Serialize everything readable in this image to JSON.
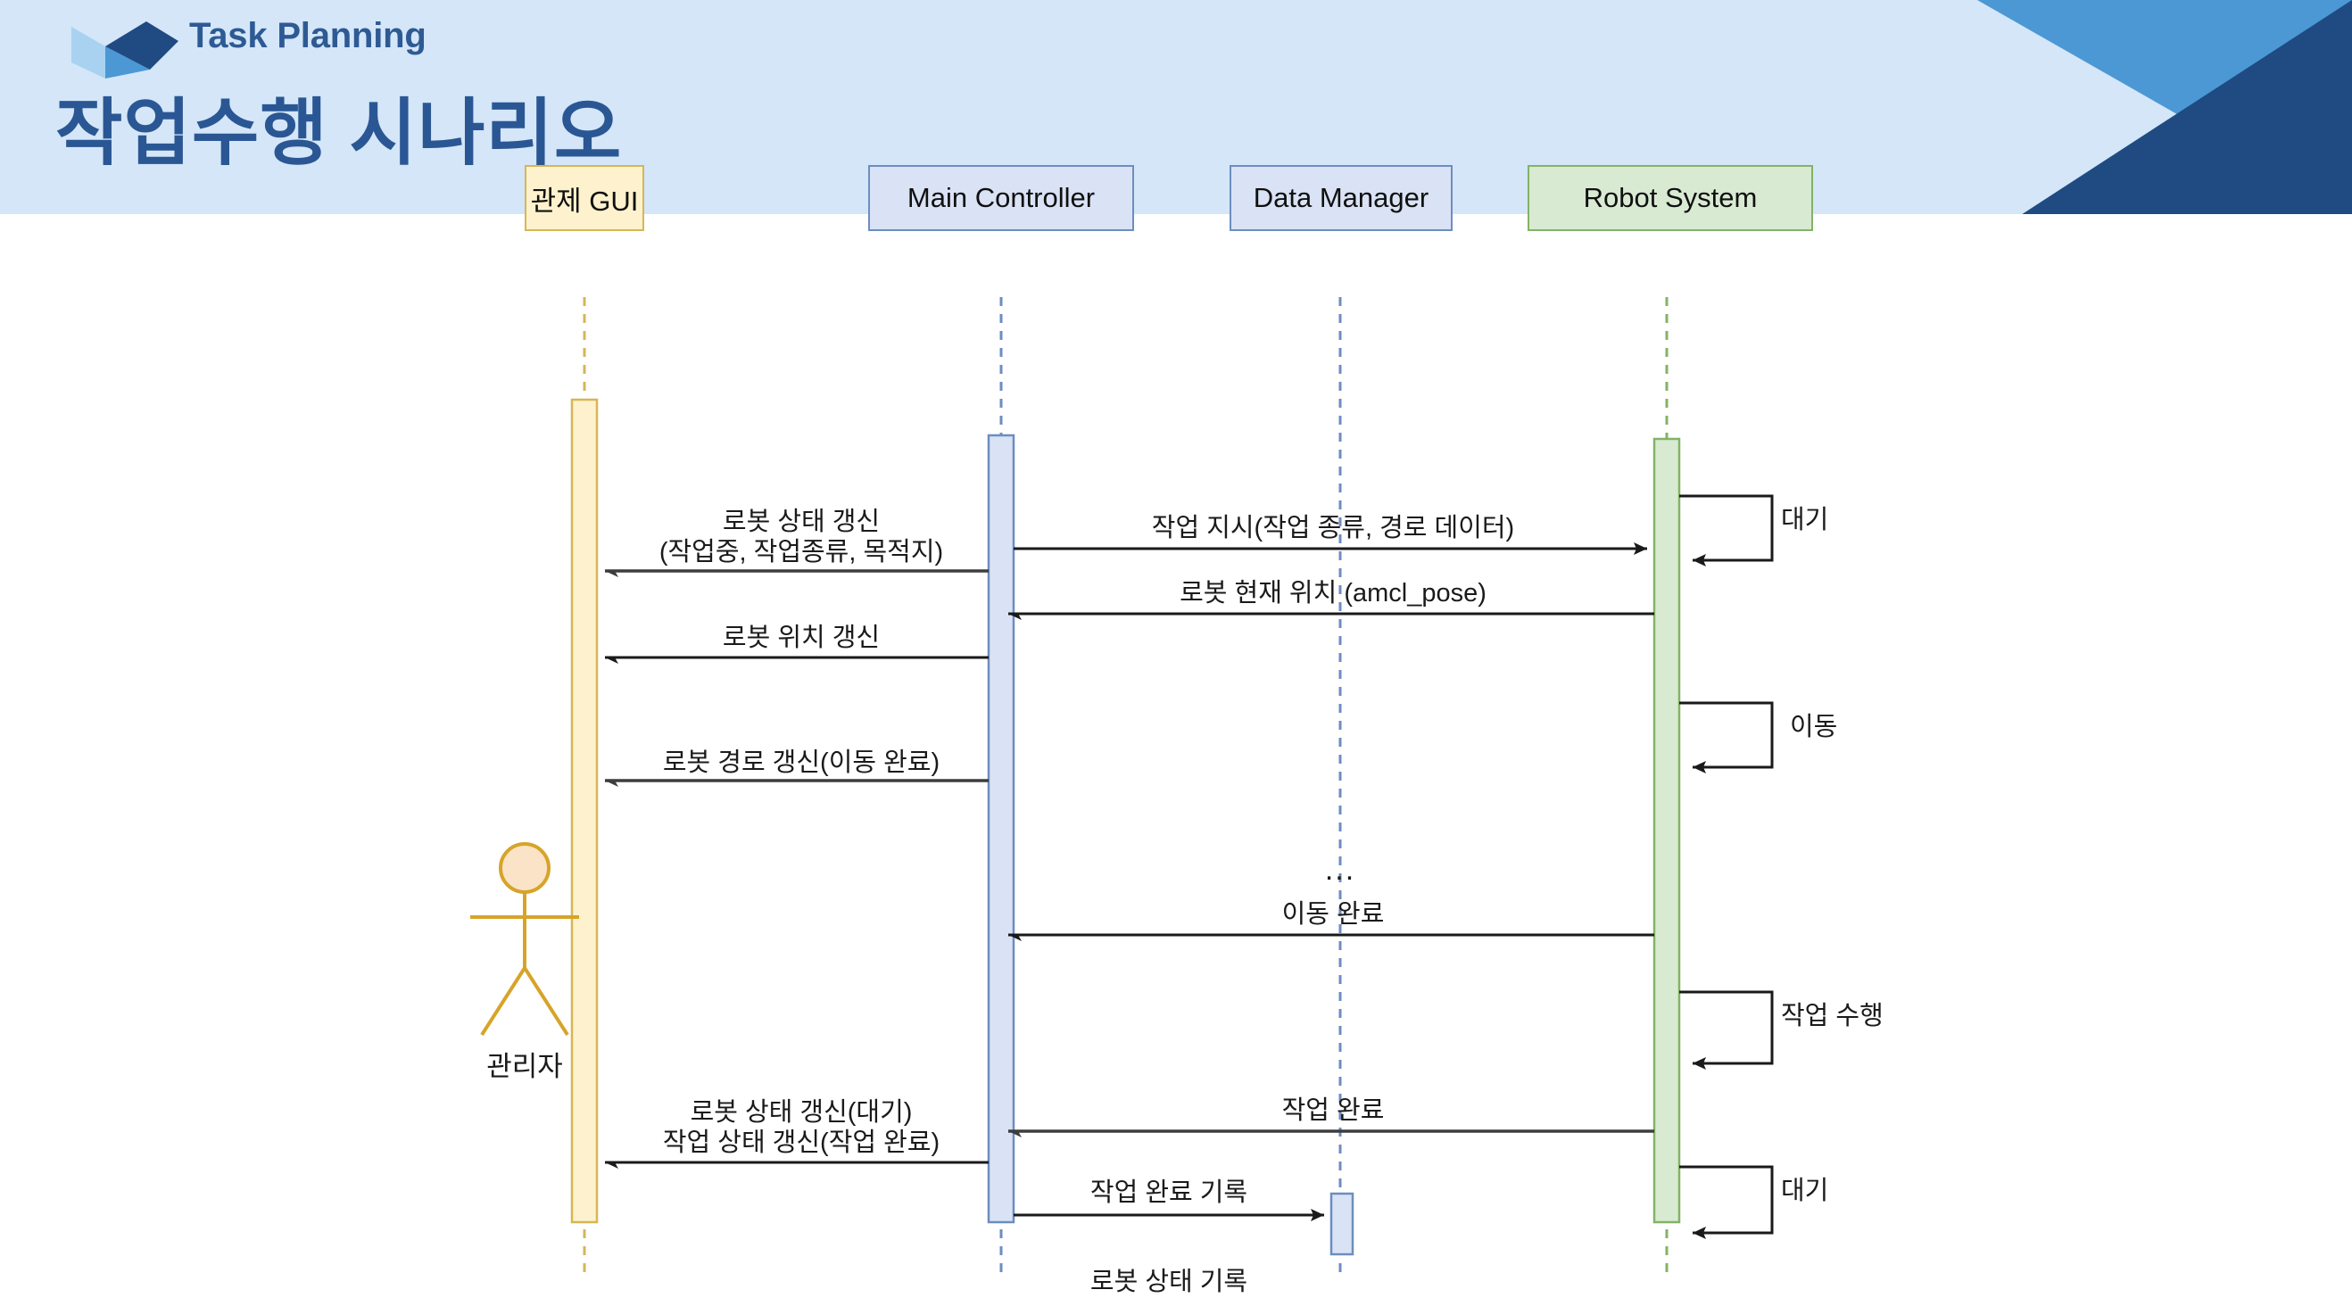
{
  "header": {
    "kicker": "Task Planning",
    "title": "작업수행 시나리오",
    "logo_name": "cube-logo",
    "band_color": "#d4e6f8",
    "accent_light": "#4b98d4",
    "accent_dark": "#1f4b82",
    "title_color": "#2a5794"
  },
  "diagram": {
    "type": "sequence-diagram",
    "participants": [
      {
        "id": "gui",
        "label": "관제 GUI",
        "fill": "#fdf2cd",
        "stroke": "#d6b656"
      },
      {
        "id": "main",
        "label": "Main Controller",
        "fill": "#dae3f5",
        "stroke": "#6c8ebf"
      },
      {
        "id": "data",
        "label": "Data Manager",
        "fill": "#dae3f5",
        "stroke": "#6c8ebf"
      },
      {
        "id": "robot",
        "label": "Robot System",
        "fill": "#d9ead3",
        "stroke": "#82b366"
      }
    ],
    "actor": {
      "label": "관리자",
      "color": "#d6a429",
      "head_fill": "#fbe3c8"
    },
    "messages": [
      {
        "id": "m1",
        "text": "로봇 상태 갱신",
        "from": "main",
        "to": "gui",
        "direction": "left"
      },
      {
        "id": "m1b",
        "text": "(작업중, 작업종류, 목적지)",
        "from": "main",
        "to": "gui",
        "direction": "left"
      },
      {
        "id": "m2",
        "text": "작업 지시(작업 종류, 경로 데이터)",
        "from": "main",
        "to": "robot",
        "direction": "right"
      },
      {
        "id": "m3",
        "text": "로봇 현재 위치 (amcl_pose)",
        "from": "robot",
        "to": "main",
        "direction": "left"
      },
      {
        "id": "m4",
        "text": "로봇 위치 갱신",
        "from": "main",
        "to": "gui",
        "direction": "left"
      },
      {
        "id": "m5",
        "text": "...",
        "from": "robot",
        "to": "main",
        "direction": "none"
      },
      {
        "id": "m6",
        "text": "이동 완료",
        "from": "robot",
        "to": "main",
        "direction": "left"
      },
      {
        "id": "m7",
        "text": "로봇 경로 갱신(이동 완료)",
        "from": "main",
        "to": "gui",
        "direction": "left"
      },
      {
        "id": "m8",
        "text": "작업 완료",
        "from": "robot",
        "to": "main",
        "direction": "left"
      },
      {
        "id": "m9",
        "text": "로봇 상태 갱신(대기)",
        "from": "main",
        "to": "gui",
        "direction": "left"
      },
      {
        "id": "m10",
        "text": "작업 상태 갱신(작업 완료)",
        "from": "main",
        "to": "gui",
        "direction": "left"
      },
      {
        "id": "m11",
        "text": "작업 완료 기록",
        "from": "main",
        "to": "data",
        "direction": "right"
      },
      {
        "id": "m12",
        "text": "로봇 상태 기록",
        "from": "main",
        "to": "data",
        "direction": "right"
      }
    ],
    "self_messages": [
      {
        "id": "s1",
        "on": "robot",
        "text": "대기"
      },
      {
        "id": "s2",
        "on": "robot",
        "text": "이동"
      },
      {
        "id": "s3",
        "on": "robot",
        "text": "작업 수행"
      },
      {
        "id": "s4",
        "on": "robot",
        "text": "대기"
      }
    ]
  }
}
